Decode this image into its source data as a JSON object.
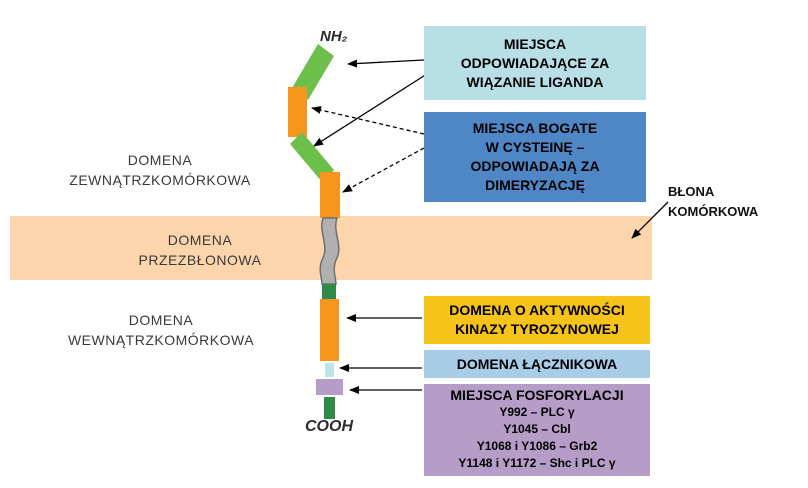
{
  "terminals": {
    "n_terminus": "NH₂",
    "c_terminus": "COOH"
  },
  "domains": {
    "extracellular": [
      "DOMENA",
      "ZEWNĄTRZKOMÓRKOWA"
    ],
    "transmembrane": [
      "DOMENA",
      "PRZEZBŁONOWA"
    ],
    "intracellular": [
      "DOMENA",
      "WEWNĄTRZKOMÓRKOWA"
    ]
  },
  "membrane_label": [
    "BŁONA",
    "KOMÓRKOWA"
  ],
  "boxes": {
    "ligand": [
      "MIEJSCA",
      "ODPOWIADAJĄCE ZA",
      "WIĄZANIE LIGANDA"
    ],
    "cysteine": [
      "MIEJSCA BOGATE",
      "W CYSTEINĘ –",
      "ODPOWIADAJĄ ZA",
      "DIMERYZACJĘ"
    ],
    "kinase": [
      "DOMENA O AKTYWNOŚCI",
      "KINAZY TYROZYNOWEJ"
    ],
    "linker": "DOMENA ŁĄCZNIKOWA",
    "phosphorylation": {
      "title": "MIEJSCA FOSFORYLACJI",
      "lines": [
        "Y992 – PLC γ",
        "Y1045 – Cbl",
        "Y1068 i Y1086 – Grb2",
        "Y1148 i Y1172 – Shc i PLC γ"
      ]
    }
  },
  "colors": {
    "membrane": "#fcd5ad",
    "green_domain": "#6cc04a",
    "orange_domain": "#f7941d",
    "dark_green": "#2e8b47",
    "gray_helix": "#b0b0b0",
    "linker_segment": "#bfe3ea",
    "phos_segment": "#b59dc8"
  }
}
